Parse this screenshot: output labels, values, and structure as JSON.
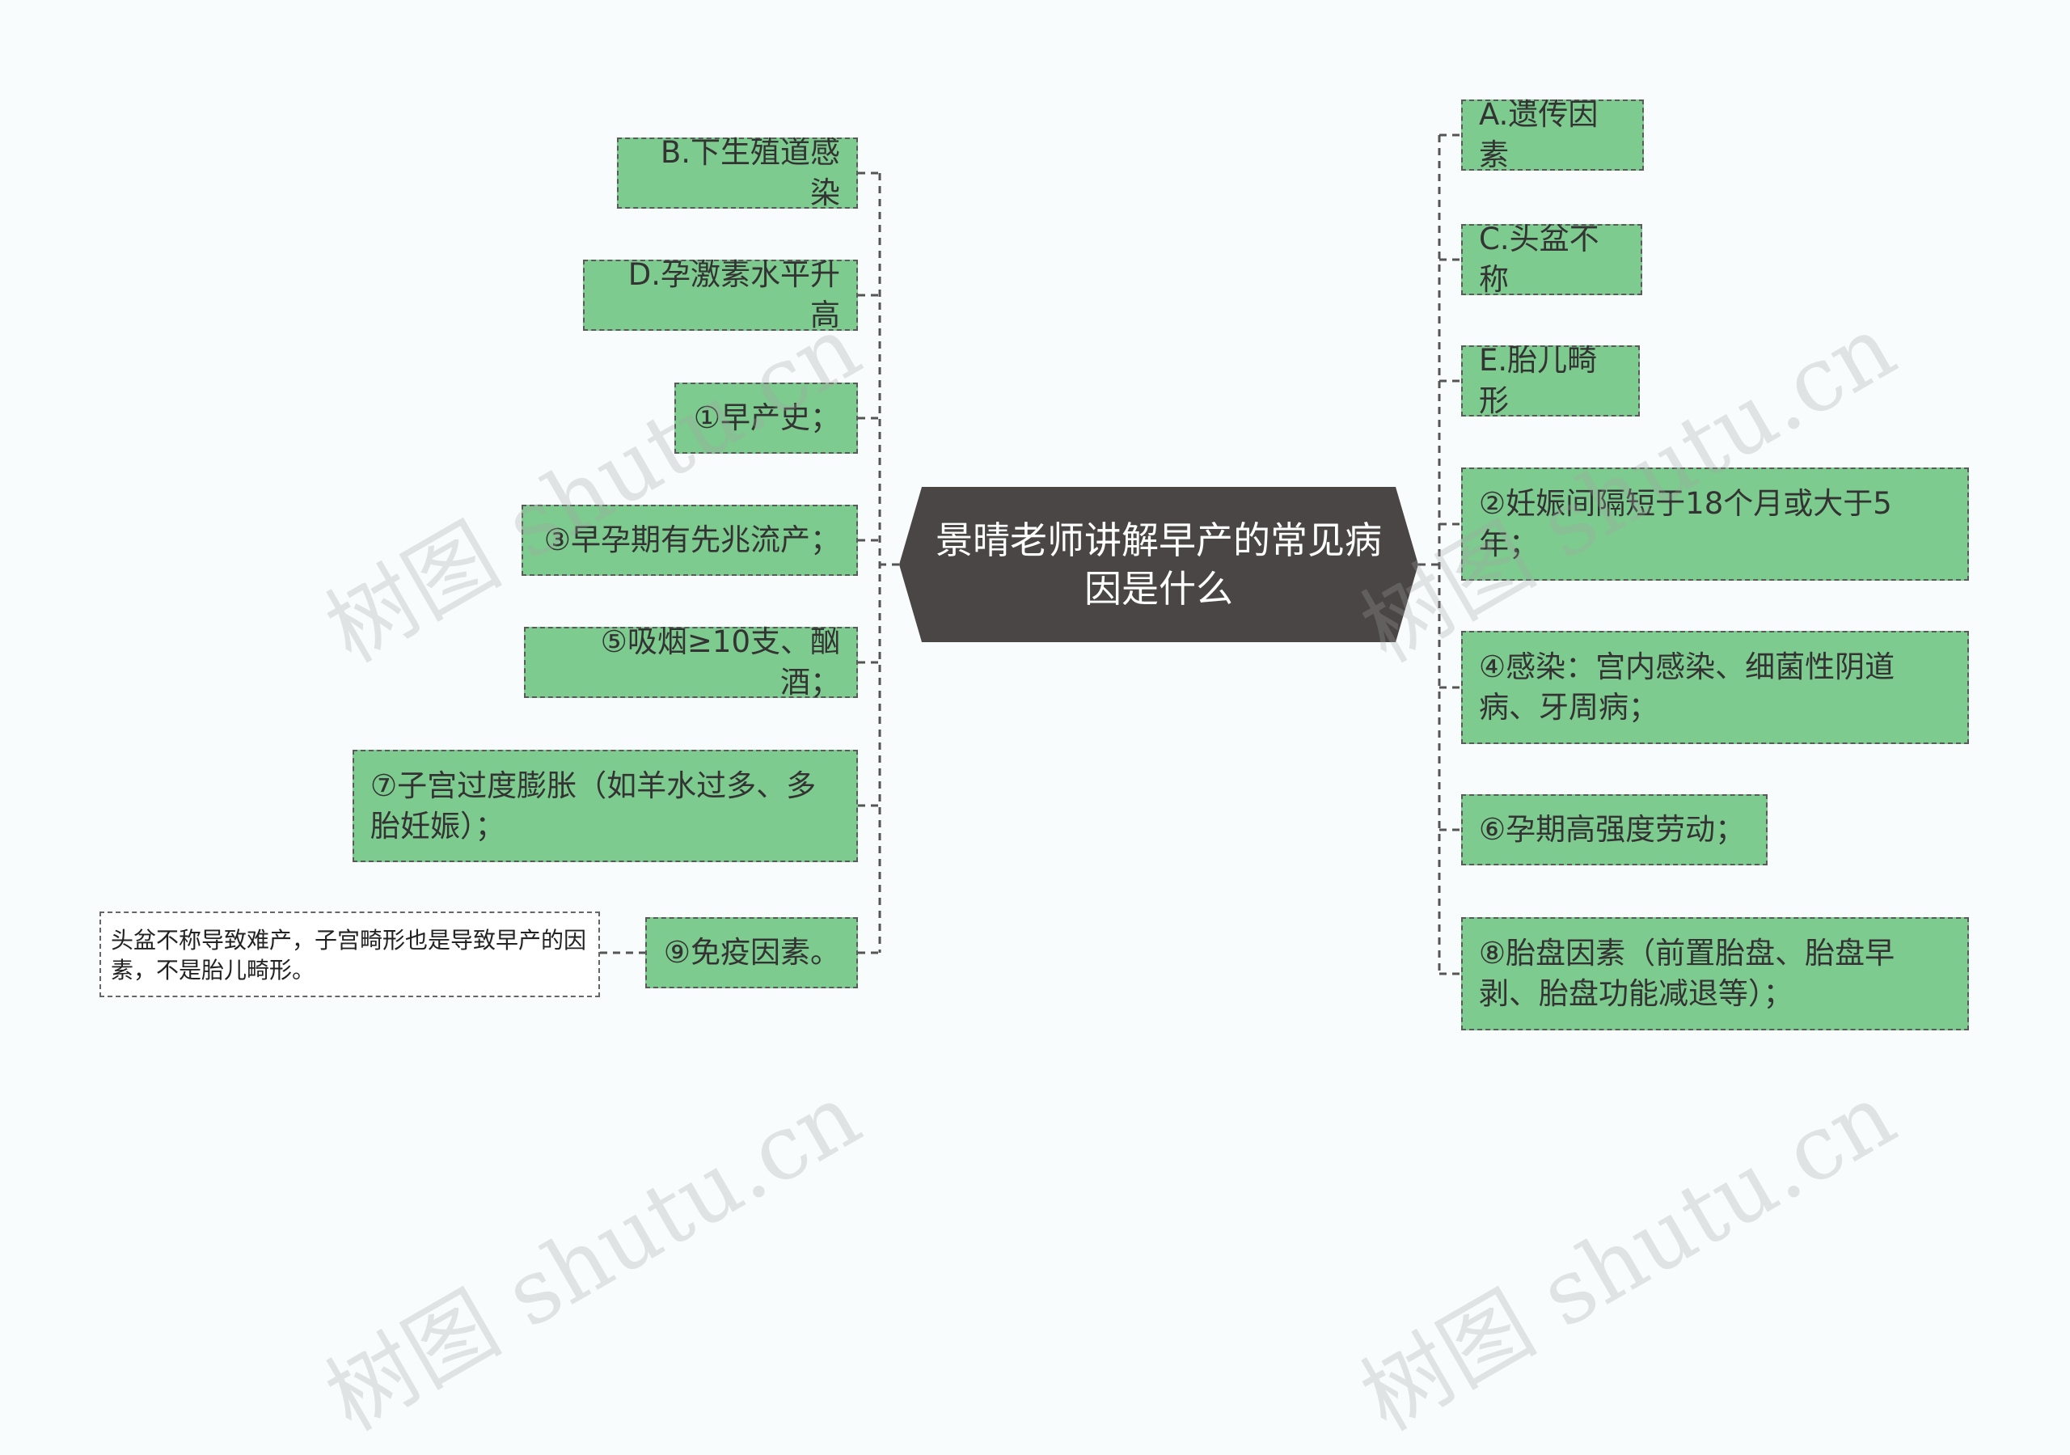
{
  "title": "景晴老师讲解早产的常见病因是什么",
  "left_nodes": [
    "B.下生殖道感染",
    "D.孕激素水平升高",
    "①早产史；",
    "③早孕期有先兆流产；",
    "⑤吸烟≥10支、酗酒；",
    "⑦子宫过度膨胀（如羊水过多、多胎妊娠）；",
    "⑨免疫因素。"
  ],
  "right_nodes": [
    "A.遗传因素",
    "C.头盆不称",
    "E.胎儿畸形",
    "②妊娠间隔短于18个月或大于5年；",
    "④感染：宫内感染、细菌性阴道病、牙周病；",
    "⑥孕期高强度劳动；",
    "⑧胎盘因素（前置胎盘、胎盘早剥、胎盘功能减退等）；"
  ],
  "note": "头盆不称导致难产，子宫畸形也是导致早产的因素，不是胎儿畸形。",
  "watermark": "树图 shutu.cn",
  "colors": {
    "background": "#f9fcfc",
    "node_fill": "#7ecb8f",
    "center_fill": "#4a4646",
    "connector": "#555555"
  }
}
